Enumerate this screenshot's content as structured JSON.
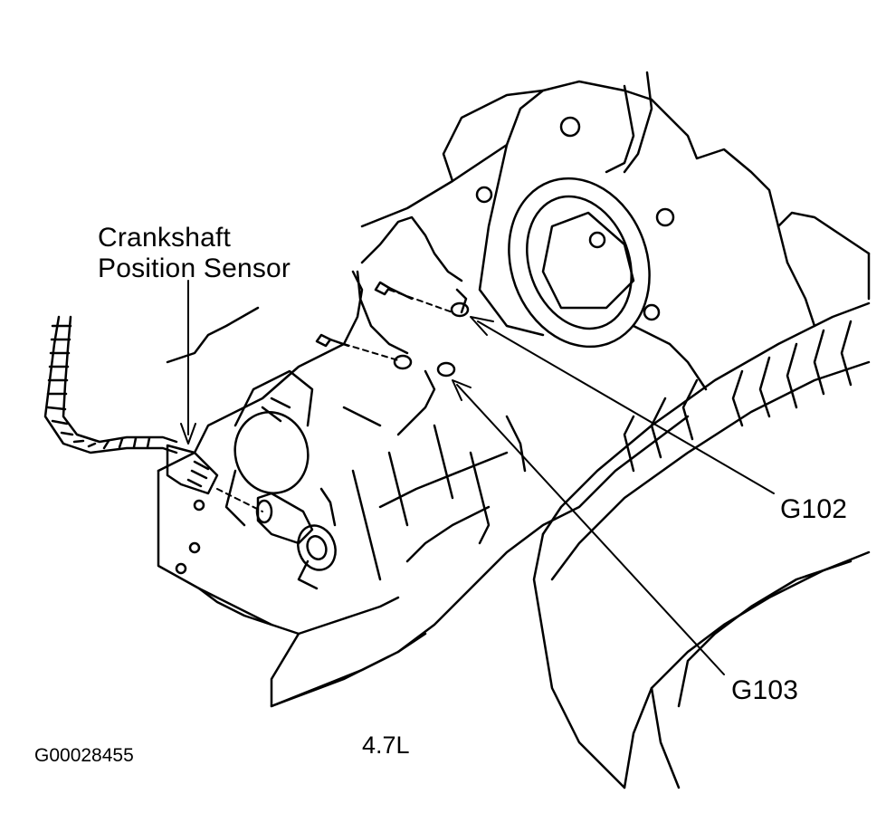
{
  "labels": {
    "sensor_line1": "Crankshaft",
    "sensor_line2": "Position Sensor",
    "ground1": "G102",
    "ground2": "G103",
    "engine": "4.7L",
    "figure_id": "G00028455"
  },
  "colors": {
    "ink": "#000000",
    "paper": "#ffffff"
  }
}
